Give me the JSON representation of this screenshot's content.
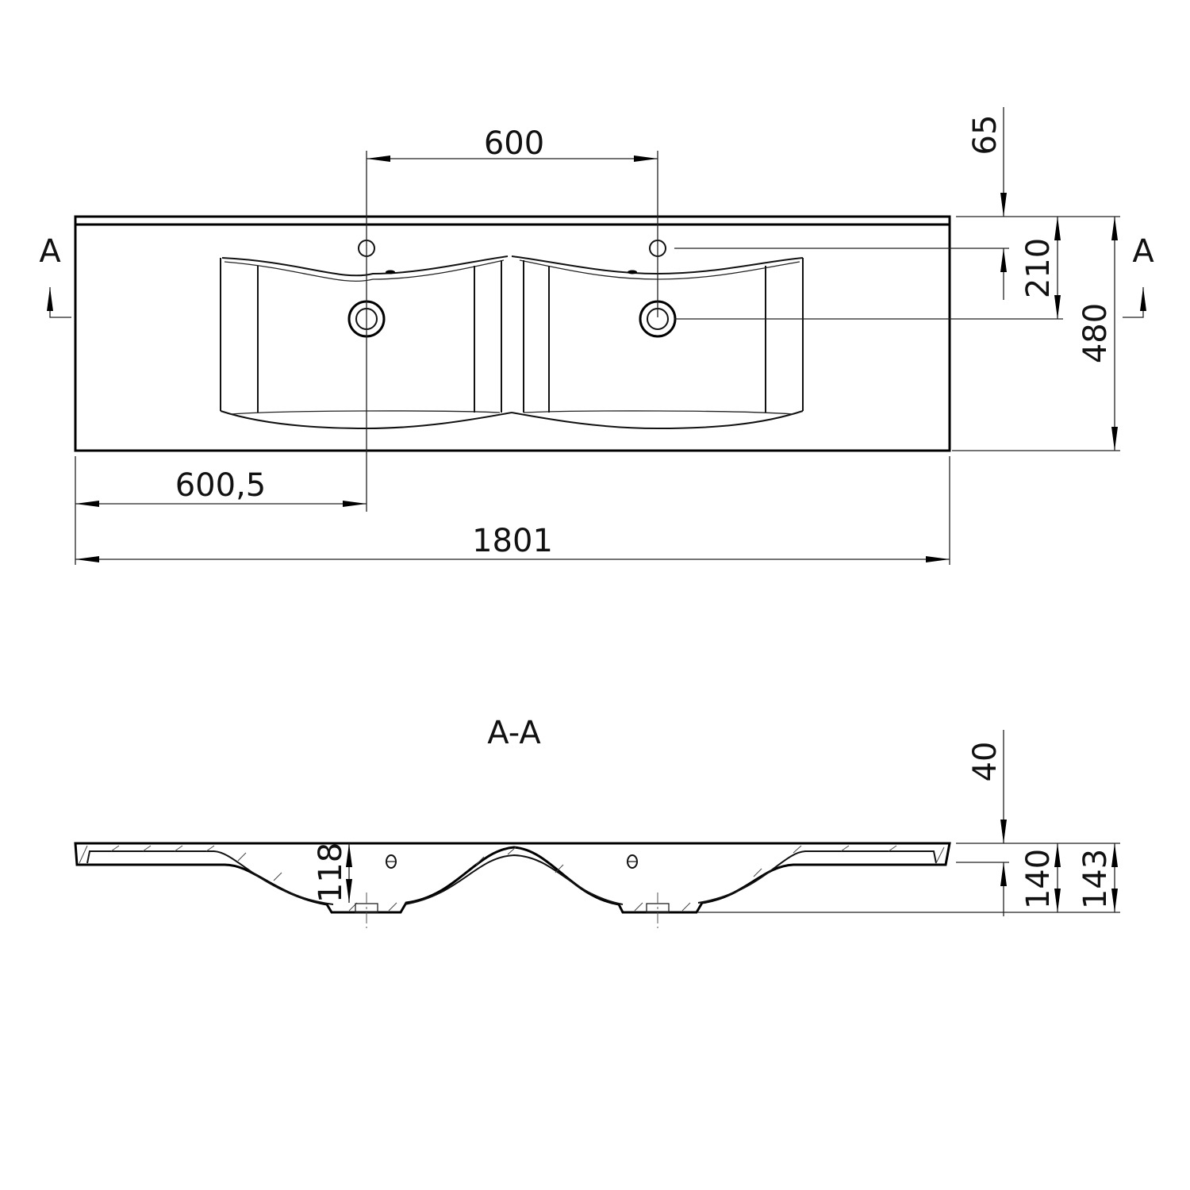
{
  "top_view": {
    "dim_tap_spacing": "600",
    "dim_tap_offset_back": "65",
    "dim_drain_offset_back": "210",
    "dim_depth": "480",
    "dim_first_drain_from_left": "600,5",
    "dim_total_width": "1801",
    "section_marker_left": "A",
    "section_marker_right": "A"
  },
  "section_view": {
    "title": "A-A",
    "dim_top_clearance": "40",
    "dim_basin_depth_inner": "118",
    "dim_height_140": "140",
    "dim_height_143": "143"
  }
}
